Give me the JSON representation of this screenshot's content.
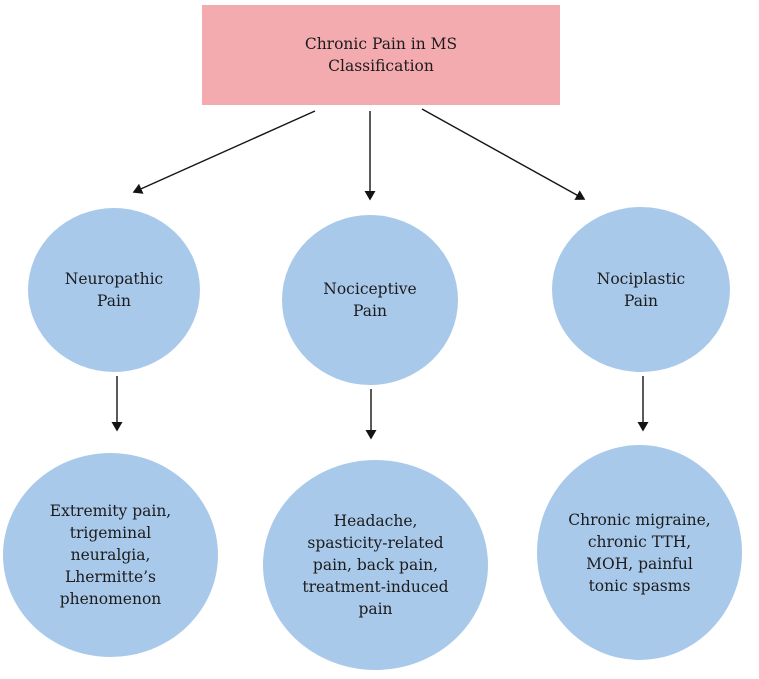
{
  "figure": {
    "root": {
      "title": "Chronic Pain in MS\nClassification"
    },
    "categories": [
      {
        "id": "neuropathic",
        "label": "Neuropathic\nPain",
        "examples": "Extremity pain,\ntrigeminal\nneuralgia,\nLhermitte’s\nphenomenon"
      },
      {
        "id": "nociceptive",
        "label": "Nociceptive\nPain",
        "examples": "Headache,\nspasticity-related\npain, back pain,\ntreatment-induced\npain"
      },
      {
        "id": "nociplastic",
        "label": "Nociplastic\nPain",
        "examples": "Chronic migraine,\nchronic TTH,\nMOH, painful\ntonic spasms"
      }
    ],
    "colors": {
      "root_fill": "#f4abb0",
      "node_fill": "#a9c9eb",
      "arrow": "#141414",
      "text": "#1c1c1c"
    }
  }
}
